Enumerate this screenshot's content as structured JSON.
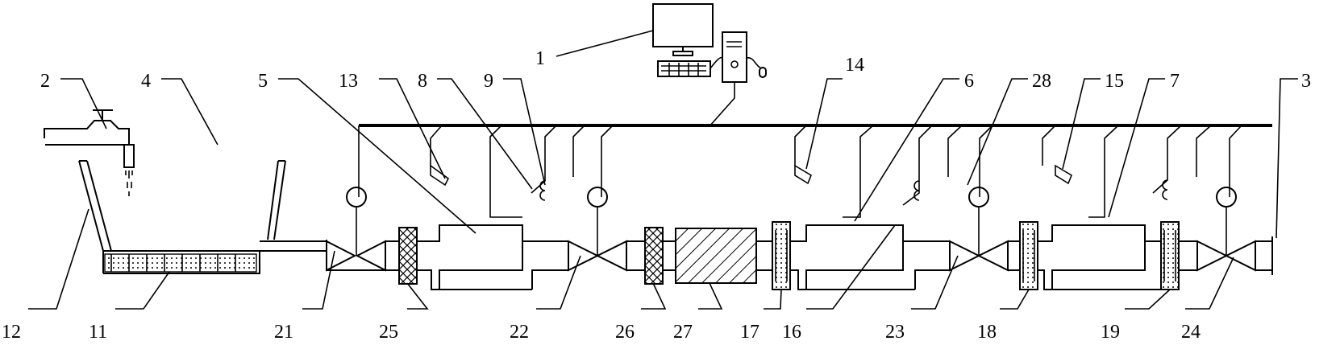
{
  "figure": {
    "labels": [
      "1",
      "2",
      "3",
      "4",
      "5",
      "6",
      "7",
      "8",
      "9",
      "11",
      "12",
      "13",
      "14",
      "15",
      "16",
      "17",
      "18",
      "19",
      "21",
      "22",
      "23",
      "24",
      "25",
      "26",
      "27",
      "28"
    ]
  },
  "components": {
    "computer": "1",
    "tap": "2",
    "outlet": "3",
    "tank": "4",
    "chamber_a": "5",
    "chamber_b": "6",
    "chamber_c": "7",
    "level_probe": "8",
    "sensor": "9",
    "sediment": "11",
    "tank_wall": "12",
    "dosing_a": "13",
    "dosing_b": "14",
    "dosing_c": "15",
    "pipe": "16",
    "filter_a": "17",
    "filter_b": "18",
    "filter_c": "19",
    "valve_a": "21",
    "valve_b": "22",
    "valve_c": "23",
    "valve_d": "24",
    "mesh_a": "25",
    "mesh_b": "26",
    "reactor": "27",
    "sensor_b": "28"
  }
}
